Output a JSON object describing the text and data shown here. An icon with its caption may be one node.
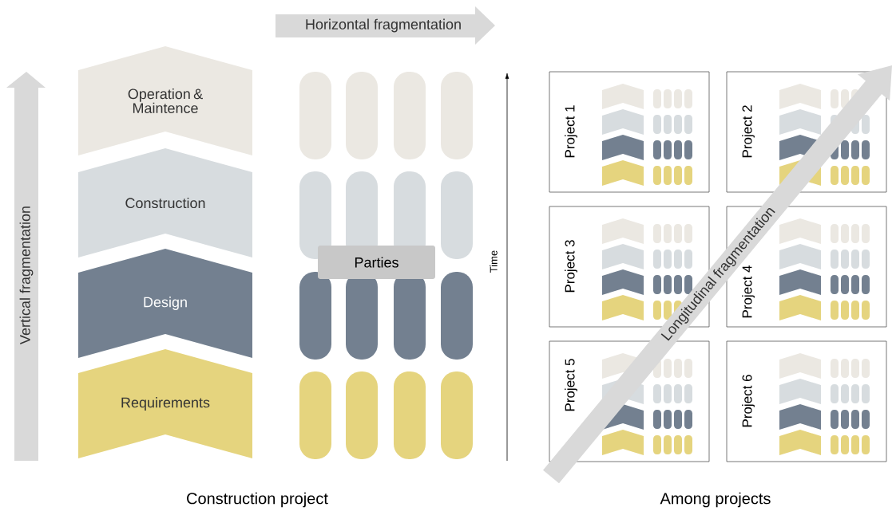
{
  "diagram": {
    "nodes": [
      {
        "text": [
          "Horizontal fragmentation"
        ]
      },
      {
        "text": [
          "Vertical fragmentation"
        ]
      },
      {
        "text": [
          "Operation & Maintence"
        ]
      },
      {
        "text": [
          "Construction"
        ]
      },
      {
        "text": [
          "Design"
        ]
      },
      {
        "text": [
          "Requirements"
        ]
      },
      {
        "text": [
          "Parties"
        ]
      },
      {
        "text": [
          "Project 1"
        ]
      },
      {
        "text": [
          "Project 2"
        ]
      },
      {
        "text": [
          "Project 3"
        ]
      },
      {
        "text": [
          "Project 4"
        ]
      },
      {
        "text": [
          "Project 5"
        ]
      },
      {
        "text": [
          "Project 6"
        ]
      },
      {
        "text": [
          "Longitudinal fragmentation"
        ]
      }
    ],
    "labels": [
      "Time",
      "Construction project",
      "Among projects"
    ]
  }
}
